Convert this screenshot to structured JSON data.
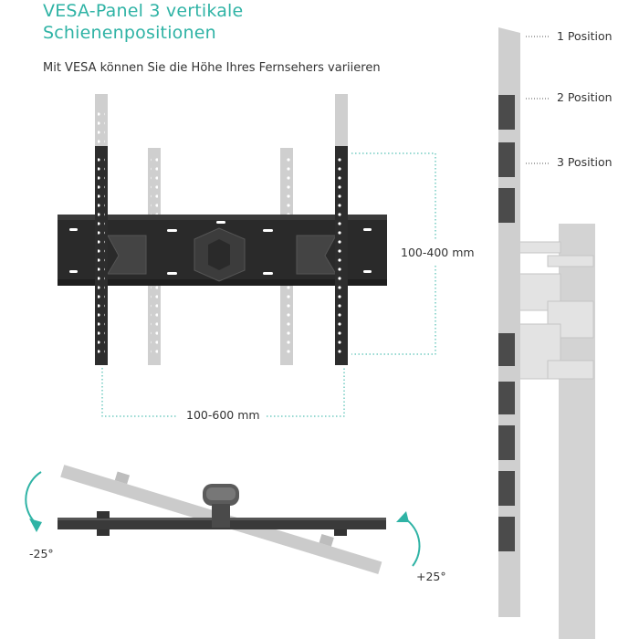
{
  "title": {
    "line1": "VESA-Panel 3 vertikale",
    "line2": "Schienenpositionen"
  },
  "subtitle": "Mit VESA können Sie die Höhe Ihres Fernsehers variieren",
  "dimensions": {
    "vertical": "100-400 mm",
    "horizontal": "100-600 mm"
  },
  "positions": [
    "1 Position",
    "2 Position",
    "3 Position"
  ],
  "tilt": {
    "left": "-25°",
    "right": "+25°"
  },
  "colors": {
    "accent": "#2fb3a5",
    "plate": "#2d2d2d",
    "rail_light": "#c8c8c8",
    "pole": "#d3d3d3"
  }
}
